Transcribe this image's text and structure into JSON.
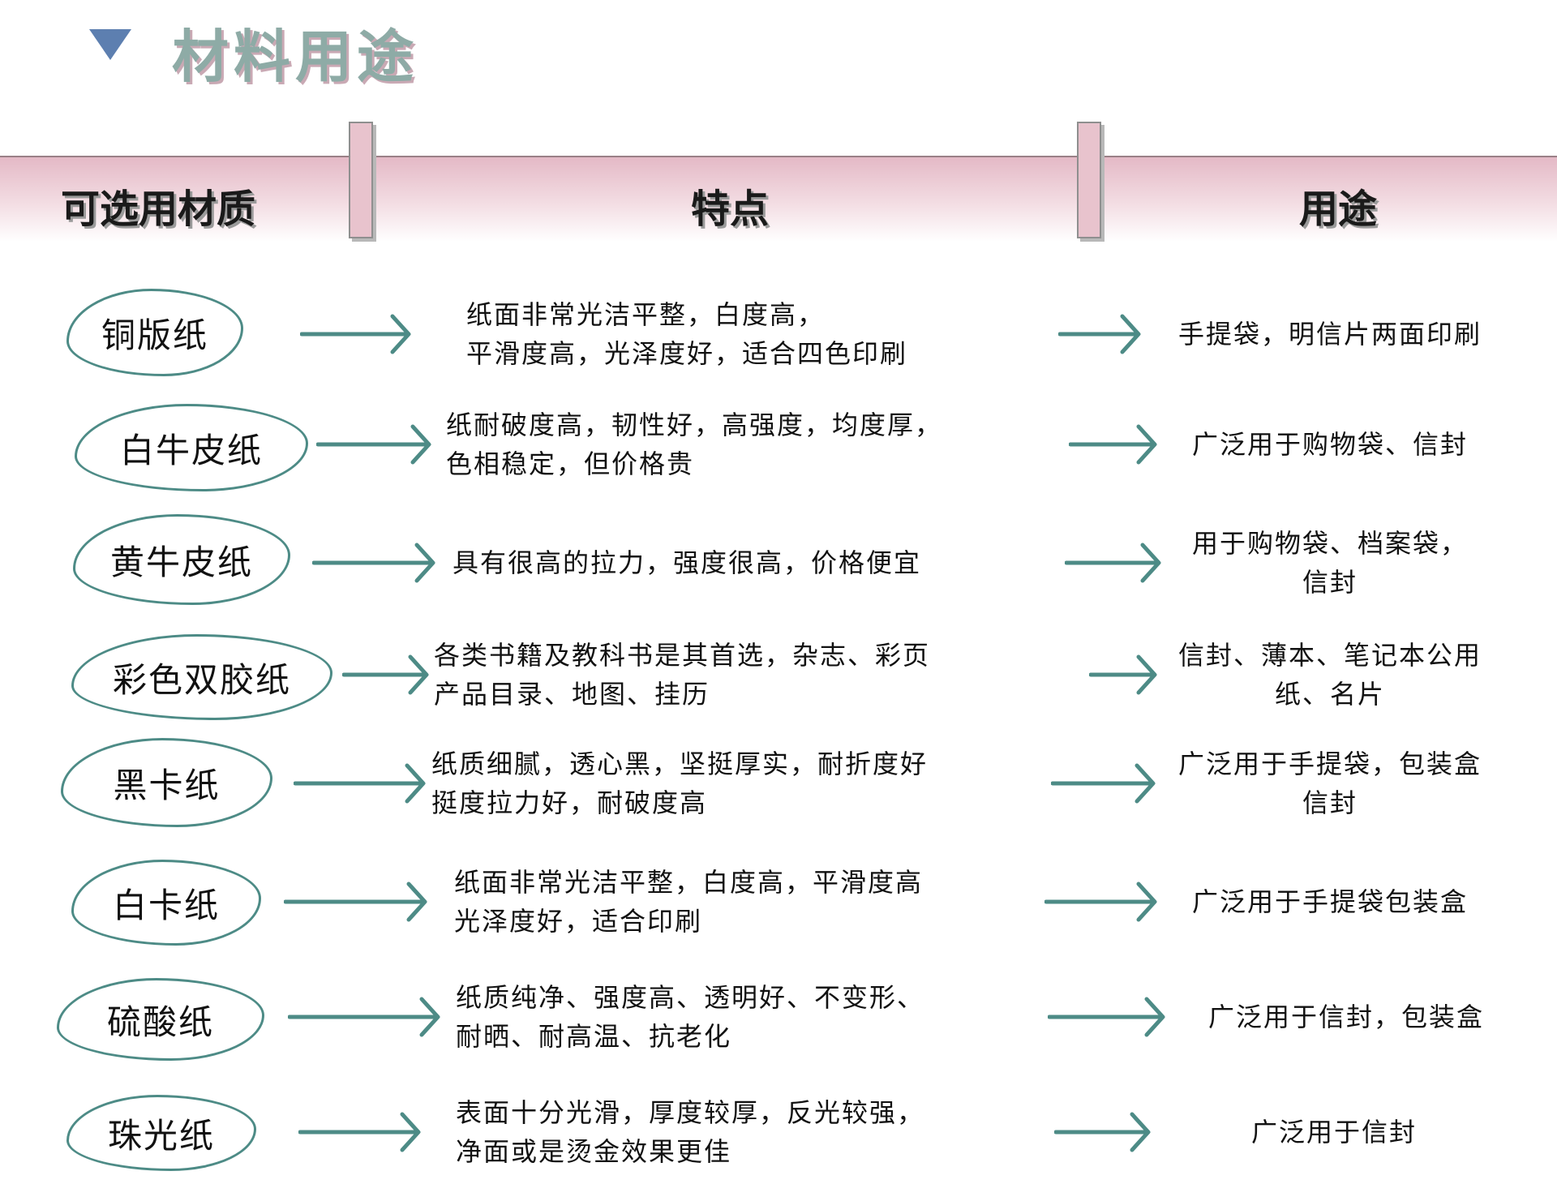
{
  "title": "材料用途",
  "headers": {
    "material": "可选用材质",
    "features": "特点",
    "usage": "用途"
  },
  "colors": {
    "accent": "#4d8b86",
    "header_band": "#e4b9c6",
    "title_triangle": "#5d7fb0"
  },
  "rows": [
    {
      "material": "铜版纸",
      "features": [
        "纸面非常光洁平整，白度高，",
        "平滑度高，光泽度好，适合四色印刷"
      ],
      "usage": [
        "手提袋，明信片两面印刷"
      ]
    },
    {
      "material": "白牛皮纸",
      "features": [
        "纸耐破度高，韧性好，高强度，均度厚，",
        "色相稳定，但价格贵"
      ],
      "usage": [
        "广泛用于购物袋、信封"
      ]
    },
    {
      "material": "黄牛皮纸",
      "features": [
        "具有很高的拉力，强度很高，价格便宜"
      ],
      "usage": [
        "用于购物袋、档案袋，",
        "信封"
      ]
    },
    {
      "material": "彩色双胶纸",
      "features": [
        "各类书籍及教科书是其首选，杂志、彩页",
        "产品目录、地图、挂历"
      ],
      "usage": [
        "信封、薄本、笔记本公用",
        "纸、名片"
      ]
    },
    {
      "material": "黑卡纸",
      "features": [
        "纸质细腻，透心黑，坚挺厚实，耐折度好",
        "挺度拉力好，耐破度高"
      ],
      "usage": [
        "广泛用于手提袋，包装盒",
        "信封"
      ]
    },
    {
      "material": "白卡纸",
      "features": [
        "纸面非常光洁平整，白度高，平滑度高",
        "光泽度好，适合印刷"
      ],
      "usage": [
        "广泛用于手提袋包装盒"
      ]
    },
    {
      "material": "硫酸纸",
      "features": [
        "纸质纯净、强度高、透明好、不变形、",
        "耐晒、耐高温、抗老化"
      ],
      "usage": [
        "广泛用于信封，包装盒"
      ]
    },
    {
      "material": "珠光纸",
      "features": [
        "表面十分光滑，厚度较厚，反光较强，",
        "净面或是烫金效果更佳"
      ],
      "usage": [
        "广泛用于信封"
      ]
    }
  ]
}
